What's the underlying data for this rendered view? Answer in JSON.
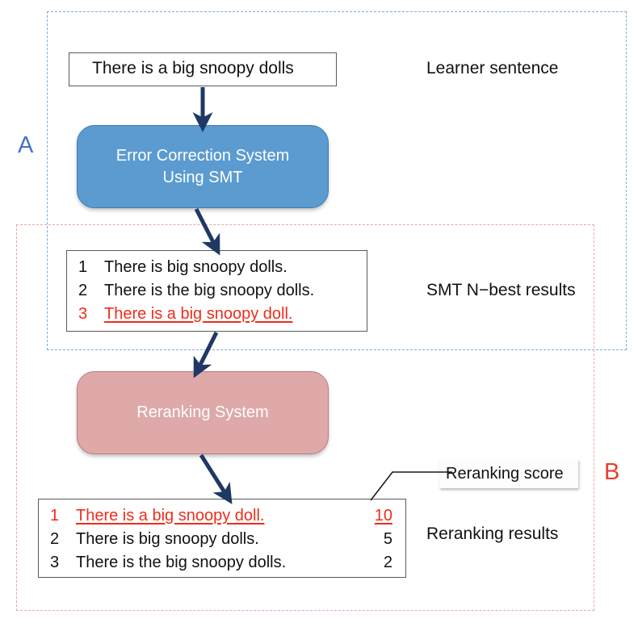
{
  "regions": {
    "a": {
      "letter": "A",
      "color": "#4472C4"
    },
    "b": {
      "letter": "B",
      "color": "#E8402A"
    }
  },
  "learner": {
    "sentence": "There is a big snoopy dolls",
    "label": "Learner sentence"
  },
  "smt_system": {
    "line1": "Error Correction System",
    "line2": "Using SMT",
    "color": "#5B9BD0"
  },
  "nbest": {
    "label": "SMT N−best results",
    "rows": [
      {
        "rank": "1",
        "text": "There is big snoopy dolls.",
        "highlight": false
      },
      {
        "rank": "2",
        "text": "There is the big snoopy dolls.",
        "highlight": false
      },
      {
        "rank": "3",
        "text": "There is a big snoopy doll.",
        "highlight": true
      }
    ]
  },
  "rerank_system": {
    "title": "Reranking System",
    "color": "#DFA9A9"
  },
  "results": {
    "label": "Reranking results",
    "score_callout": "Reranking score",
    "rows": [
      {
        "rank": "1",
        "text": "There is a big snoopy doll.",
        "score": "10",
        "highlight": true
      },
      {
        "rank": "2",
        "text": "There is big snoopy dolls.",
        "score": "5",
        "highlight": false
      },
      {
        "rank": "3",
        "text": "There is the big snoopy dolls.",
        "score": "2",
        "highlight": false
      }
    ]
  },
  "colors": {
    "arrow": "#1F3864",
    "highlight_red": "#EE2D1A",
    "region_a_border": "#7FA8DC",
    "region_b_border": "#E9A7A2"
  }
}
